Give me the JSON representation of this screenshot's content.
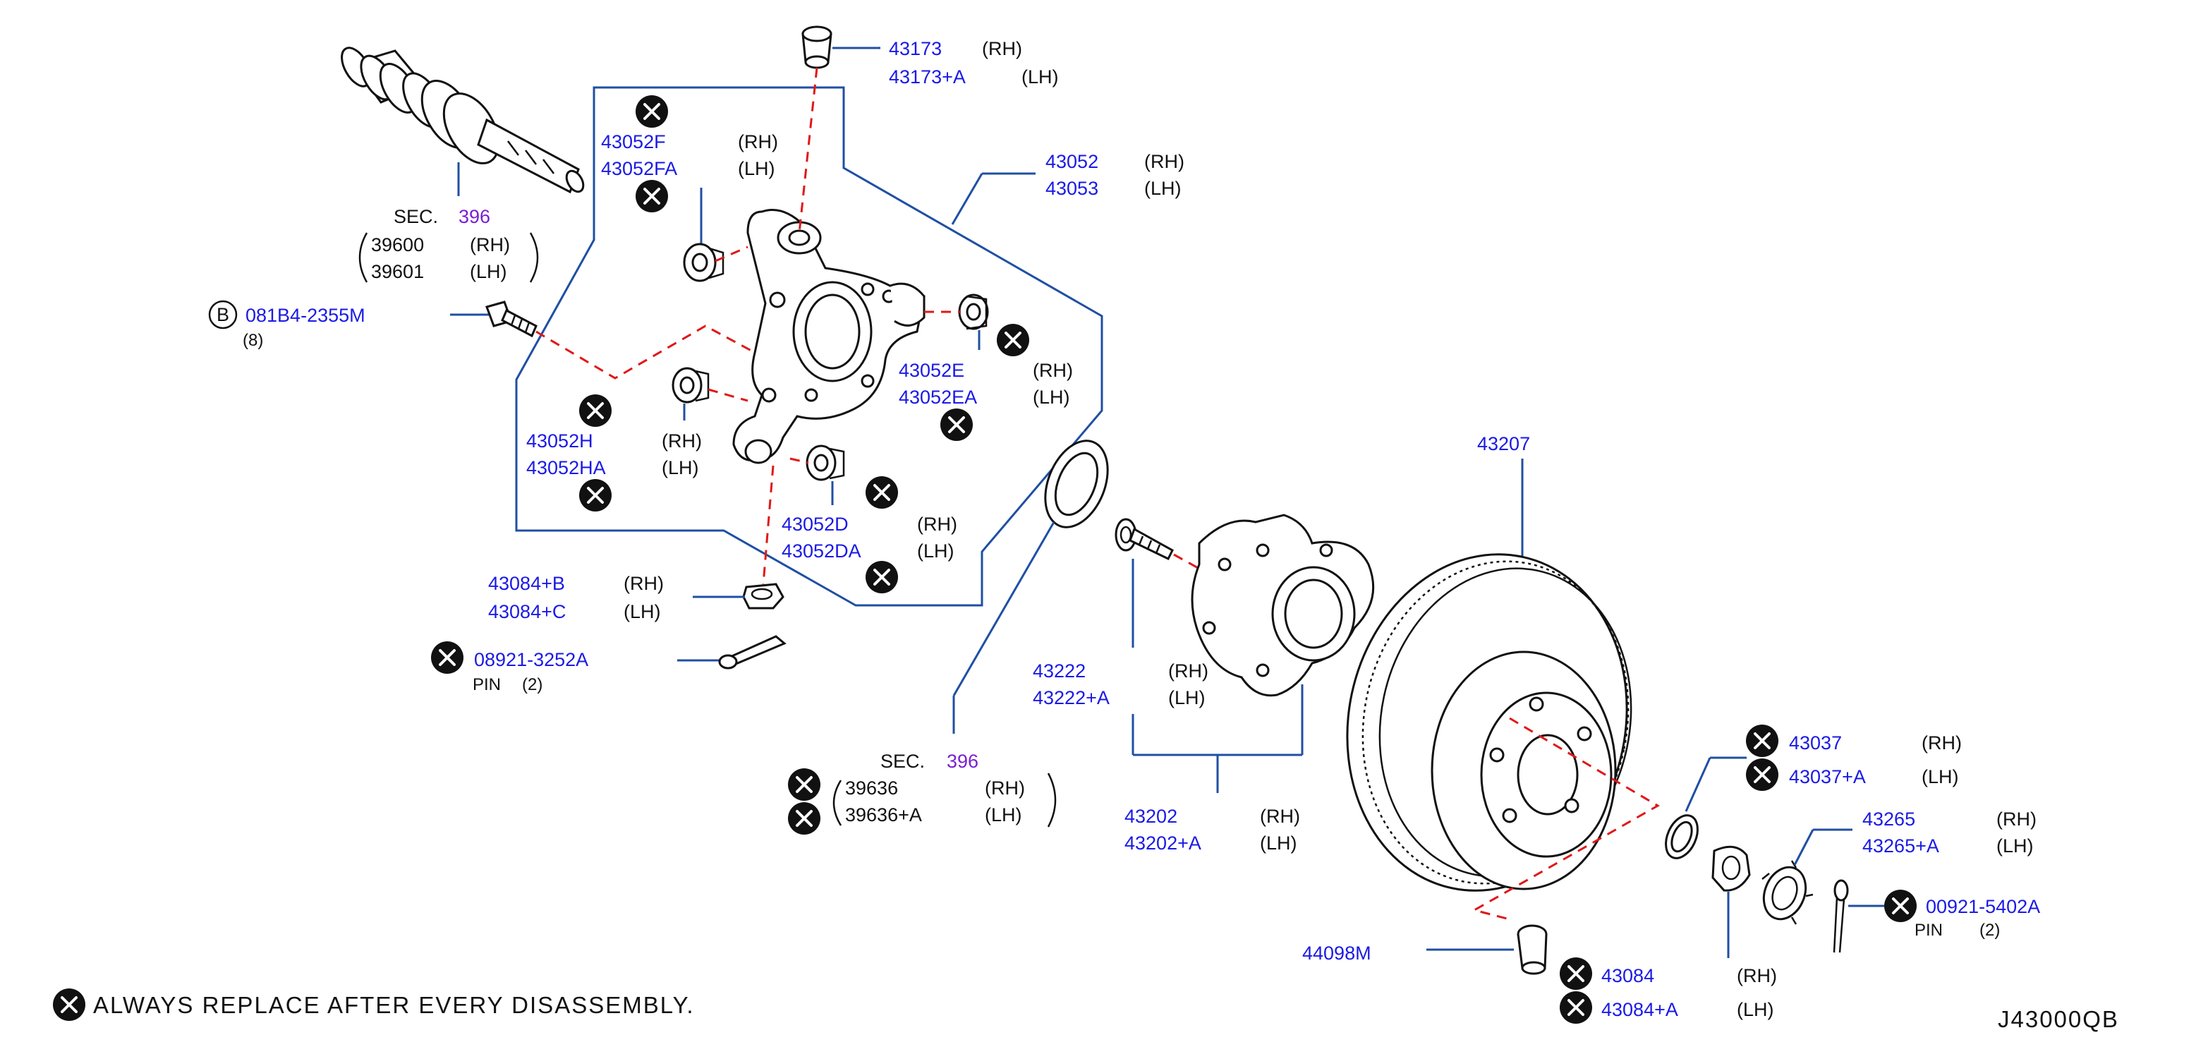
{
  "diagram_id": "J43000QB",
  "legend": "ALWAYS  REPLACE  AFTER  EVERY  DISASSEMBLY.",
  "colors": {
    "part_number": "#1a1ae6",
    "section_ref": "#7a1fd1",
    "leader": "#1f4fa3",
    "dashed": "#e01818"
  },
  "icons": {
    "replace_marker": "x-circle-icon",
    "bolt_marker": "b-circle-icon"
  },
  "callouts": {
    "c43173": {
      "pn_rh": "43173",
      "pn_lh": "43173+A",
      "rh": "(RH)",
      "lh": "(LH)"
    },
    "c43052": {
      "pn_rh": "43052",
      "pn_lh": "43053",
      "rh": "(RH)",
      "lh": "(LH)"
    },
    "c43052F": {
      "pn_rh": "43052F",
      "pn_lh": "43052FA",
      "rh": "(RH)",
      "lh": "(LH)"
    },
    "c43052E": {
      "pn_rh": "43052E",
      "pn_lh": "43052EA",
      "rh": "(RH)",
      "lh": "(LH)"
    },
    "c43052H": {
      "pn_rh": "43052H",
      "pn_lh": "43052HA",
      "rh": "(RH)",
      "lh": "(LH)"
    },
    "c43052D": {
      "pn_rh": "43052D",
      "pn_lh": "43052DA",
      "rh": "(RH)",
      "lh": "(LH)"
    },
    "c43084B": {
      "pn_rh": "43084+B",
      "pn_lh": "43084+C",
      "rh": "(RH)",
      "lh": "(LH)"
    },
    "c08921": {
      "pn": "08921-3252A",
      "desc": "PIN",
      "qty": "(2)"
    },
    "bolt": {
      "marker": "B",
      "pn": "081B4-2355M",
      "qty": "(8)"
    },
    "sec396a": {
      "sec": "SEC.",
      "num": "396",
      "pn_rh": "39600",
      "pn_lh": "39601",
      "rh": "(RH)",
      "lh": "(LH)"
    },
    "sec396b": {
      "sec": "SEC.",
      "num": "396",
      "pn_rh": "39636",
      "pn_lh": "39636+A",
      "rh": "(RH)",
      "lh": "(LH)"
    },
    "c43222": {
      "pn_rh": "43222",
      "pn_lh": "43222+A",
      "rh": "(RH)",
      "lh": "(LH)"
    },
    "c43202": {
      "pn_rh": "43202",
      "pn_lh": "43202+A",
      "rh": "(RH)",
      "lh": "(LH)"
    },
    "c43207": {
      "pn": "43207"
    },
    "c43037": {
      "pn_rh": "43037",
      "pn_lh": "43037+A",
      "rh": "(RH)",
      "lh": "(LH)"
    },
    "c43265": {
      "pn_rh": "43265",
      "pn_lh": "43265+A",
      "rh": "(RH)",
      "lh": "(LH)"
    },
    "c00921": {
      "pn": "00921-5402A",
      "desc": "PIN",
      "qty": "(2)"
    },
    "c44098": {
      "pn": "44098M"
    },
    "c43084": {
      "pn_rh": "43084",
      "pn_lh": "43084+A",
      "rh": "(RH)",
      "lh": "(LH)"
    }
  }
}
